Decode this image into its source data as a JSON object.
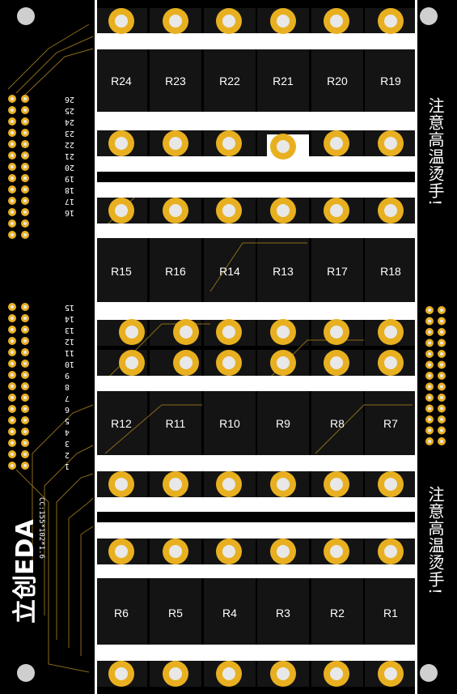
{
  "colors": {
    "board": "#000000",
    "copper": "#141414",
    "trace": "#8a6a1a",
    "pad": "#e8b020",
    "pad_hole": "#e8e8e8",
    "silk": "#ffffff",
    "mount_hole": "#cfcfcf"
  },
  "resistors": {
    "row1": [
      "R24",
      "R23",
      "R22",
      "R21",
      "R20",
      "R19"
    ],
    "row2": [
      "R15",
      "R16",
      "R14",
      "R13",
      "R17",
      "R18"
    ],
    "row3": [
      "R12",
      "R11",
      "R10",
      "R9",
      "R8",
      "R7"
    ],
    "row4": [
      "R6",
      "R5",
      "R4",
      "R3",
      "R2",
      "R1"
    ]
  },
  "connector_pins": {
    "top": [
      "26",
      "25",
      "24",
      "23",
      "22",
      "21",
      "20",
      "19",
      "18",
      "17",
      "16"
    ],
    "bottom": [
      "15",
      "14",
      "13",
      "12",
      "11",
      "10",
      "9",
      "8",
      "7",
      "6",
      "5",
      "4",
      "3",
      "2",
      "1"
    ]
  },
  "warning_text": "注意高温烫手!",
  "logo_text": "立创EDA",
  "version_text": "CC:155*102*1.6"
}
